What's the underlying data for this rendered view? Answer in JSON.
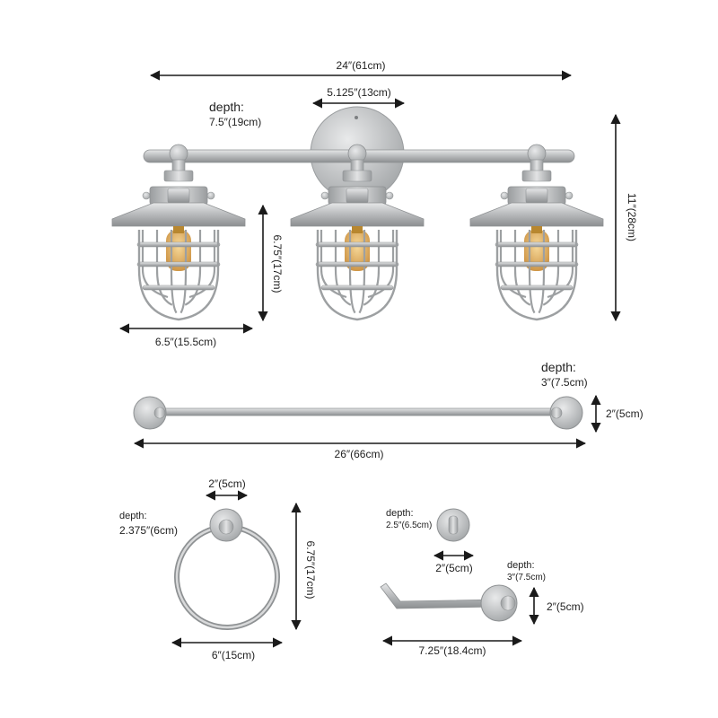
{
  "colors": {
    "metal": "#b9bbbd",
    "metal_dark": "#8e9193",
    "metal_light": "#e4e5e6",
    "bulb": "#d9a44a",
    "arrow": "#1a1a1a",
    "text": "#222222"
  },
  "vanity_light": {
    "width": "24″(61cm)",
    "backplate_width": "5.125″(13cm)",
    "depth_label": "depth:",
    "depth": "7.5″(19cm)",
    "height": "11″(28cm)",
    "shade_height": "6.75″(17cm)",
    "shade_width": "6.5″(15.5cm)"
  },
  "towel_bar": {
    "depth_label": "depth:",
    "depth": "3″(7.5cm)",
    "height": "2″(5cm)",
    "width": "26″(66cm)"
  },
  "towel_ring": {
    "mount_width": "2″(5cm)",
    "depth_label": "depth:",
    "depth": "2.375″(6cm)",
    "height": "6.75″(17cm)",
    "width": "6″(15cm)"
  },
  "robe_hook": {
    "depth_label": "depth:",
    "depth": "2.5″(6.5cm)",
    "width": "2″(5cm)"
  },
  "paper_holder": {
    "depth_label": "depth:",
    "depth": "3″(7.5cm)",
    "height": "2″(5cm)",
    "width": "7.25″(18.4cm)"
  }
}
